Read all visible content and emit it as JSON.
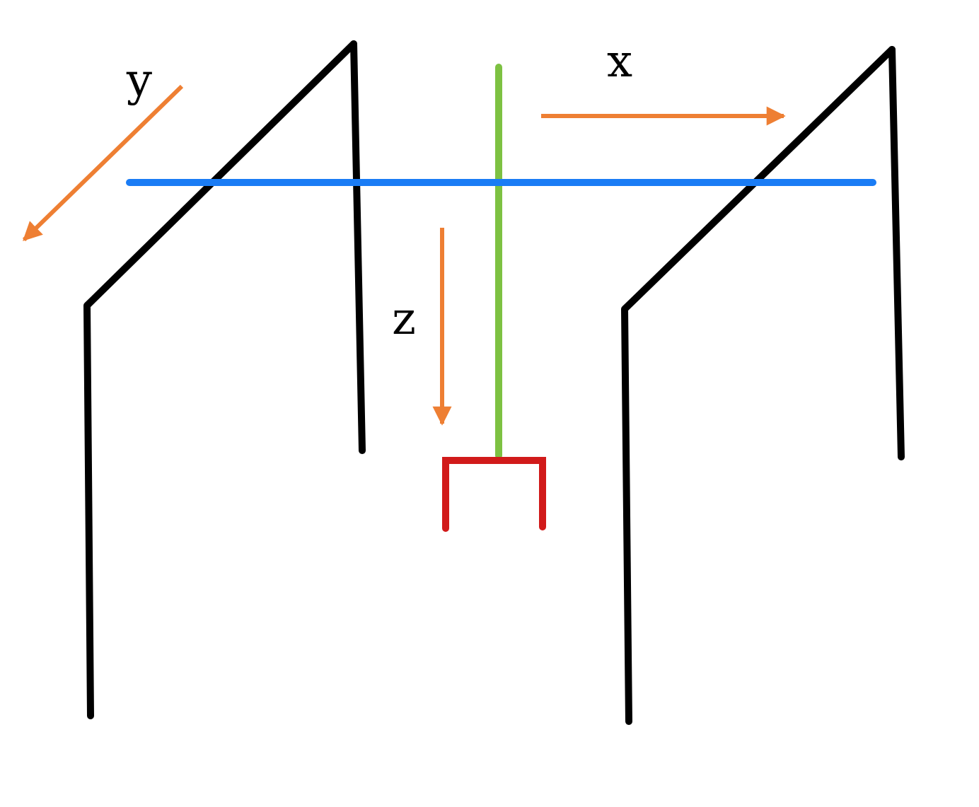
{
  "labels": {
    "x": "x",
    "y": "y",
    "z": "z"
  },
  "colors": {
    "frame": "#000000",
    "bridge": "#1a7cf5",
    "column": "#7dc142",
    "gripper": "#d11a1a",
    "arrow": "#ee7f33",
    "label": "#000000",
    "background": "#ffffff"
  }
}
